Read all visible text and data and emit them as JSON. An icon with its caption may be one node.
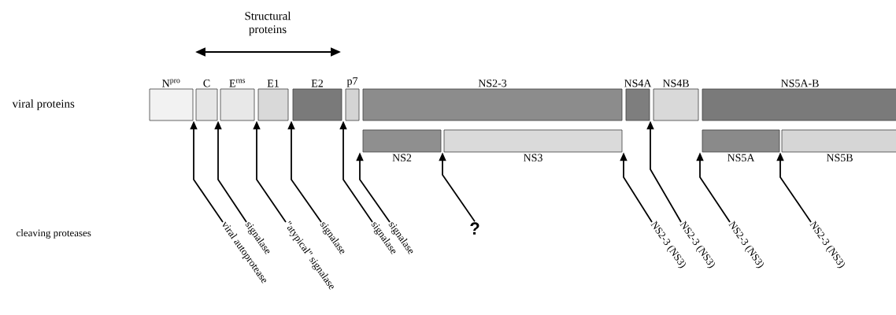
{
  "diagram": {
    "nodes": [
      {
        "text": [
          "N$^{pro}$"
        ]
      },
      {
        "text": [
          "C"
        ]
      },
      {
        "text": [
          "E$^{rns}$"
        ]
      },
      {
        "text": [
          "E1"
        ]
      },
      {
        "text": [
          "E2"
        ]
      },
      {
        "text": [
          "p7"
        ]
      },
      {
        "text": [
          "NS2-3"
        ]
      },
      {
        "text": [
          "NS4A"
        ]
      },
      {
        "text": [
          "NS4B"
        ]
      },
      {
        "text": [
          "NS5A-B"
        ]
      },
      {
        "text": [
          "NS2"
        ]
      },
      {
        "text": [
          "NS3"
        ]
      },
      {
        "text": [
          "NS5A"
        ]
      },
      {
        "text": [
          "NS5B"
        ]
      },
      {
        "text": [
          "viral autoprotease"
        ]
      },
      {
        "text": [
          "signalase"
        ]
      },
      {
        "text": [
          "\"atypical\" signalase"
        ]
      },
      {
        "text": [
          "signalase"
        ]
      },
      {
        "text": [
          "signalase"
        ]
      },
      {
        "text": [
          "signalase"
        ]
      },
      {
        "text": [
          "?"
        ]
      },
      {
        "text": [
          "NS2-3 (NS3)"
        ]
      },
      {
        "text": [
          "NS2-3 (NS3)"
        ]
      },
      {
        "text": [
          "NS2-3 (NS3)"
        ]
      },
      {
        "text": [
          "NS2-3 (NS3)"
        ]
      }
    ],
    "edges": [
      {
        "from": 14,
        "to": 1,
        "arrow": "to"
      },
      {
        "from": 15,
        "to": 1,
        "arrow": "to"
      },
      {
        "from": 16,
        "to": 3,
        "arrow": "to"
      },
      {
        "from": 17,
        "to": 3,
        "arrow": "to"
      },
      {
        "from": 18,
        "to": 5,
        "arrow": "to"
      },
      {
        "from": 19,
        "to": 10,
        "arrow": "to"
      },
      {
        "from": 20,
        "to": 10,
        "arrow": "to"
      },
      {
        "from": 21,
        "to": 11,
        "arrow": "to"
      },
      {
        "from": 22,
        "to": 7,
        "arrow": "to"
      },
      {
        "from": 23,
        "to": 12,
        "arrow": "to"
      },
      {
        "from": 24,
        "to": 12,
        "arrow": "to"
      }
    ],
    "labels": [
      "Structural proteins",
      "viral proteins",
      "cleaving proteases"
    ]
  }
}
